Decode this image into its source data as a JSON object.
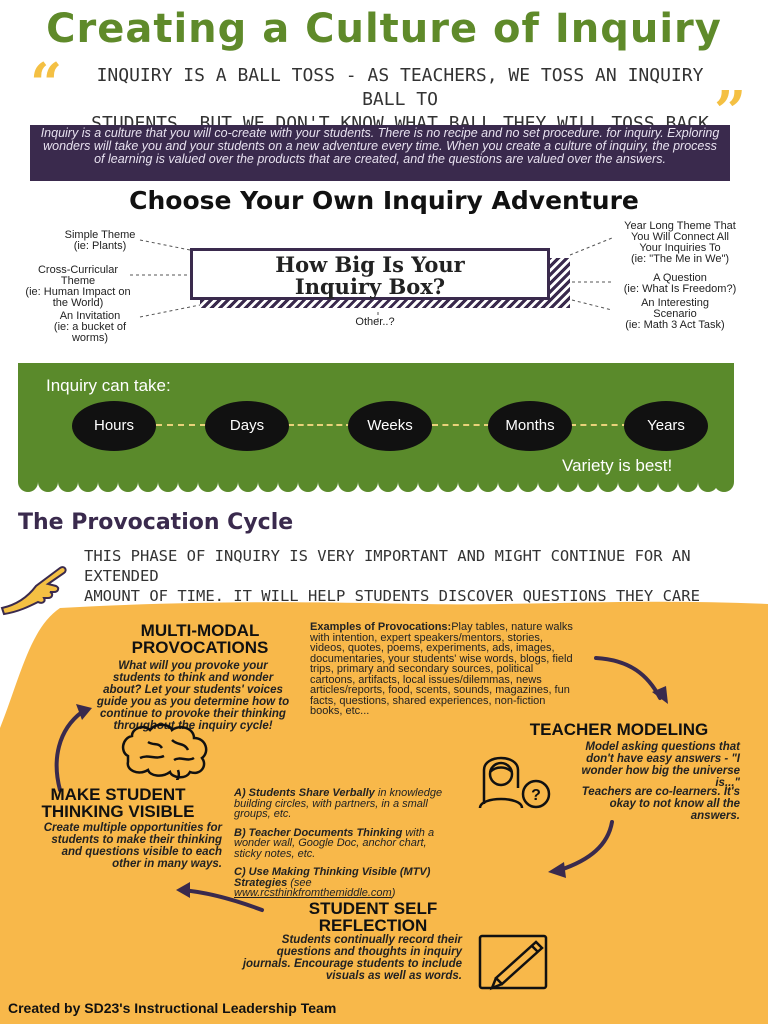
{
  "title": "Creating a Culture of Inquiry",
  "quote": {
    "line1": "INQUIRY IS A BALL TOSS - AS TEACHERS, WE TOSS AN INQUIRY BALL TO",
    "line2": "STUDENTS, BUT WE DON'T KNOW WHAT BALL THEY WILL TOSS BACK TO US."
  },
  "intro": "Inquiry is a culture that you will co-create with your students. There is no recipe and no set procedure. for inquiry. Exploring wonders will take you and your students on a new adventure every time. When you create a culture of inquiry, the process of learning is valued over the products that are created, and the questions are valued over the answers.",
  "adventure": {
    "title": "Choose Your Own Inquiry Adventure",
    "box_line1": "How Big Is Your",
    "box_line2": "Inquiry Box?",
    "left_labels": [
      {
        "l1": "Simple Theme",
        "l2": "(ie: Plants)",
        "l3": ""
      },
      {
        "l1": "Cross-Curricular",
        "l2": "Theme",
        "l3": "(ie: Human Impact on the World)"
      },
      {
        "l1": "An Invitation",
        "l2": "(ie: a bucket of",
        "l3": "worms)"
      }
    ],
    "right_labels": [
      {
        "l1": "Year Long Theme That",
        "l2": "You Will Connect All",
        "l3": "Your Inquiries To",
        "l4": "(ie: \"The Me in We\")"
      },
      {
        "l1": "A Question",
        "l2": "(ie: What Is Freedom?)"
      },
      {
        "l1": "An Interesting",
        "l2": "Scenario",
        "l3": "(ie: Math 3 Act Task)"
      }
    ],
    "other": "Other..?"
  },
  "timeline": {
    "heading": "Inquiry can take:",
    "items": [
      "Hours",
      "Days",
      "Weeks",
      "Months",
      "Years"
    ],
    "footer": "Variety is best!"
  },
  "cycle": {
    "title": "The Provocation Cycle",
    "phase_line1": "THIS PHASE OF INQUIRY IS VERY IMPORTANT AND MIGHT CONTINUE FOR AN EXTENDED",
    "phase_line2": "AMOUNT OF TIME. IT WILL HELP STUDENTS DISCOVER QUESTIONS THEY CARE ABOUT."
  },
  "multimodal": {
    "h1": "MULTI-MODAL",
    "h2": "PROVOCATIONS",
    "body": "What will you provoke your students to think and wonder about? Let your students' voices guide you as you determine how to continue to provoke their thinking throughout the inquiry cycle!"
  },
  "examples": {
    "label": "Examples of Provocations:",
    "text": "Play tables, nature walks with intention, expert speakers/mentors, stories, videos, quotes, poems, experiments, ads, images, documentaries, your students' wise words, blogs, field trips, primary and secondary sources, political cartoons, artifacts, local issues/dilemmas, news articles/reports, food, scents, sounds, magazines, fun facts, questions, shared experiences, non-fiction books, etc..."
  },
  "teacher_modeling": {
    "h": "TEACHER MODELING",
    "body1": "Model asking questions that don't have easy answers - \"I wonder how big the universe is...\"",
    "body2": "Teachers are co-learners. It's okay to not know all the answers."
  },
  "make_visible": {
    "h1": "MAKE STUDENT",
    "h2": "THINKING VISIBLE",
    "body": "Create multiple opportunities for students to make their thinking and questions visible to each other in many ways."
  },
  "strategies": {
    "a_title": "A) Students Share Verbally",
    "a_text": " in knowledge building circles, with partners, in a small groups, etc.",
    "b_title": "B) Teacher Documents Thinking",
    "b_text": " with a wonder wall, Google Doc, anchor chart, sticky notes, etc.",
    "c_title": "C) Use Making Thinking Visible (MTV) Strategies",
    "c_text": " (see ",
    "c_link": "www.rcsthinkfromthemiddle.com",
    "c_end": ")"
  },
  "self_reflection": {
    "h1": "STUDENT SELF",
    "h2": "REFLECTION",
    "body": "Students continually record their questions and thoughts in inquiry journals. Encourage students to include visuals as well as words."
  },
  "footer": "Created by SD23's Instructional Leadership Team",
  "colors": {
    "green": "#5a8a2b",
    "title_green": "#5f8a2a",
    "purple": "#3a2a4d",
    "orange": "#f8b84a",
    "gold": "#f4c043"
  }
}
